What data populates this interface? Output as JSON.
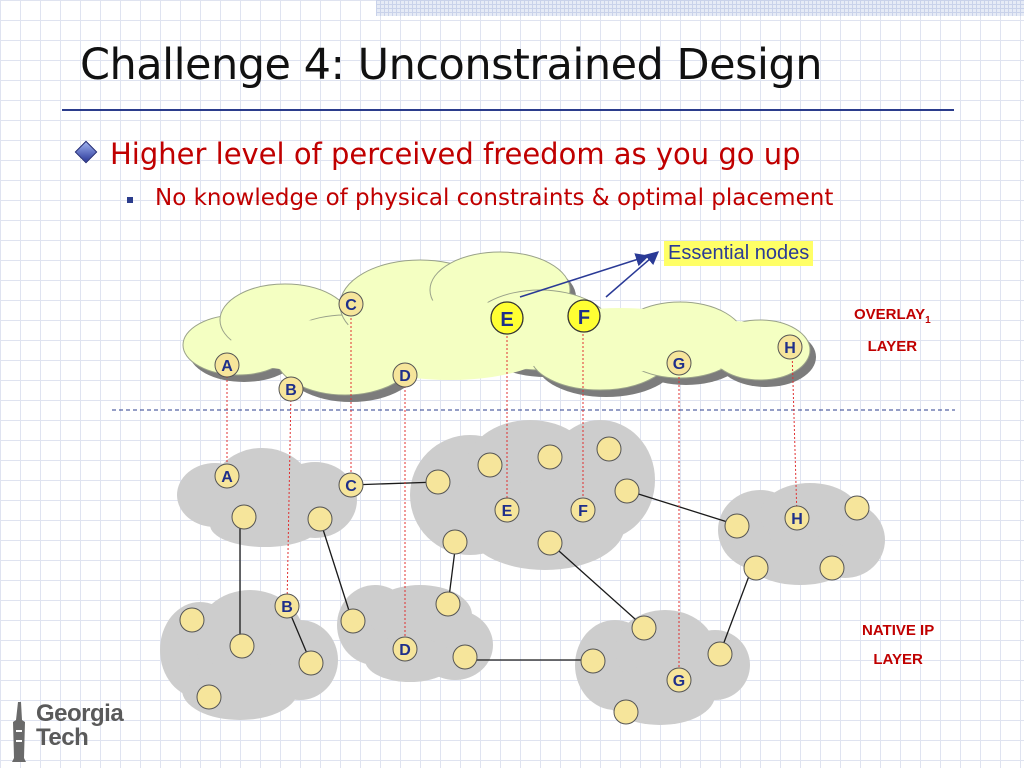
{
  "slide": {
    "title": "Challenge 4: Unconstrained Design",
    "bullet_level1": "Higher level of perceived freedom as you go up",
    "bullet_level2": "No knowledge of physical constraints & optimal placement"
  },
  "callout": {
    "text": "Essential nodes"
  },
  "overlay_layer": {
    "label_line1": "OVERLAY",
    "label_subscript": "1",
    "label_line2": "LAYER"
  },
  "native_layer": {
    "label_line1": "NATIVE IP",
    "label_line2": "LAYER"
  },
  "overlay_nodes": [
    "A",
    "B",
    "C",
    "D",
    "E",
    "F",
    "G",
    "H"
  ],
  "native_labeled_nodes": [
    "A",
    "B",
    "C",
    "D",
    "E",
    "F",
    "G",
    "H"
  ],
  "essential_nodes": [
    "E",
    "F"
  ],
  "logo": {
    "line1": "Georgia",
    "line2": "Tech"
  },
  "colors": {
    "title_rule": "#2b3c8c",
    "bullet_text": "#c00000",
    "overlay_cloud": "#f4ffc2",
    "native_cloud": "#cdcdcd",
    "node_fill": "#f6e59b",
    "node_label": "#1f2f8a",
    "callout_bg": "#ffff66"
  }
}
